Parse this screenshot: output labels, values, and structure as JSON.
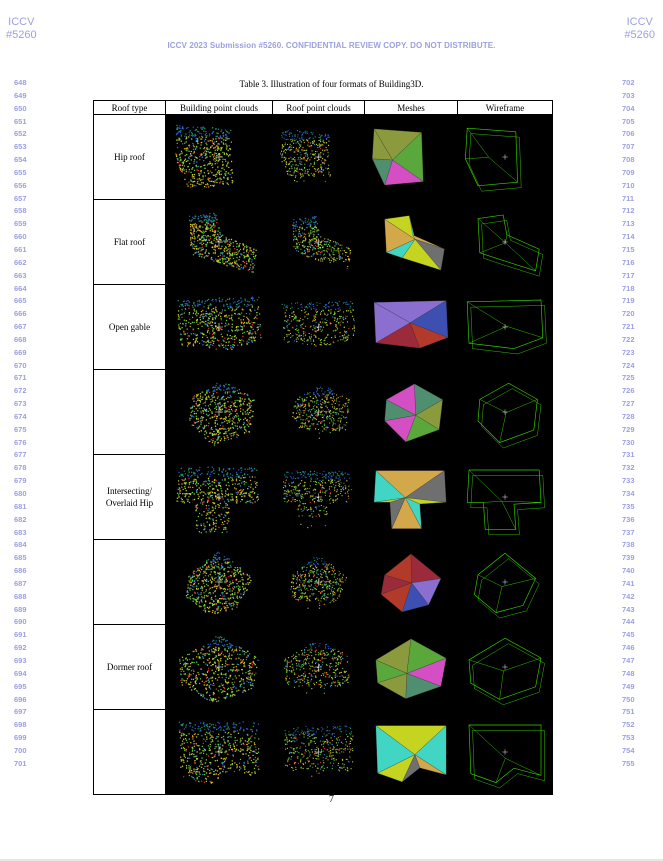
{
  "header": {
    "conf_left": "ICCV",
    "id_left": "#5260",
    "conf_right": "ICCV",
    "id_right": "#5260",
    "banner": "ICCV 2023 Submission #5260. CONFIDENTIAL REVIEW COPY. DO NOT DISTRIBUTE."
  },
  "line_numbers": {
    "left": [
      "648",
      "649",
      "650",
      "651",
      "652",
      "653",
      "654",
      "655",
      "656",
      "657",
      "658",
      "659",
      "660",
      "661",
      "662",
      "663",
      "664",
      "665",
      "666",
      "667",
      "668",
      "669",
      "670",
      "671",
      "672",
      "673",
      "674",
      "675",
      "676",
      "677",
      "678",
      "679",
      "680",
      "681",
      "682",
      "683",
      "684",
      "685",
      "686",
      "687",
      "688",
      "689",
      "690",
      "691",
      "692",
      "693",
      "694",
      "695",
      "696",
      "697",
      "698",
      "699",
      "700",
      "701"
    ],
    "right": [
      "702",
      "703",
      "704",
      "705",
      "706",
      "707",
      "708",
      "709",
      "710",
      "711",
      "712",
      "713",
      "714",
      "715",
      "716",
      "717",
      "718",
      "719",
      "720",
      "721",
      "722",
      "723",
      "724",
      "725",
      "726",
      "727",
      "728",
      "729",
      "730",
      "731",
      "732",
      "733",
      "734",
      "735",
      "736",
      "737",
      "738",
      "739",
      "740",
      "741",
      "742",
      "743",
      "744",
      "745",
      "746",
      "747",
      "748",
      "749",
      "750",
      "751",
      "752",
      "753",
      "754",
      "755"
    ]
  },
  "table": {
    "caption": "Table 3. Illustration of four formats of Building3D.",
    "headers": [
      "Roof type",
      "Building point clouds",
      "Roof point clouds",
      "Meshes",
      "Wireframe"
    ],
    "rows": [
      {
        "roof_type": "Hip roof"
      },
      {
        "roof_type": "Flat roof"
      },
      {
        "roof_type": "Open gable"
      },
      {
        "roof_type": ""
      },
      {
        "roof_type": "Intersecting/\nOverlaid Hip"
      },
      {
        "roof_type": ""
      },
      {
        "roof_type": "Dormer roof"
      },
      {
        "roof_type": ""
      }
    ]
  },
  "colors": {
    "watermark_blue": "#9b9fe0",
    "wireframe_green": "#39d400",
    "mesh_palette": [
      "#8b9a3c",
      "#9b2a3a",
      "#c5d421",
      "#5aa83c",
      "#8a6fd1",
      "#41d6c3",
      "#d44fc3",
      "#3d4fb0",
      "#d2a84a",
      "#4f8f6f",
      "#b23a2a",
      "#6f6f6f"
    ]
  },
  "page_number": "7"
}
